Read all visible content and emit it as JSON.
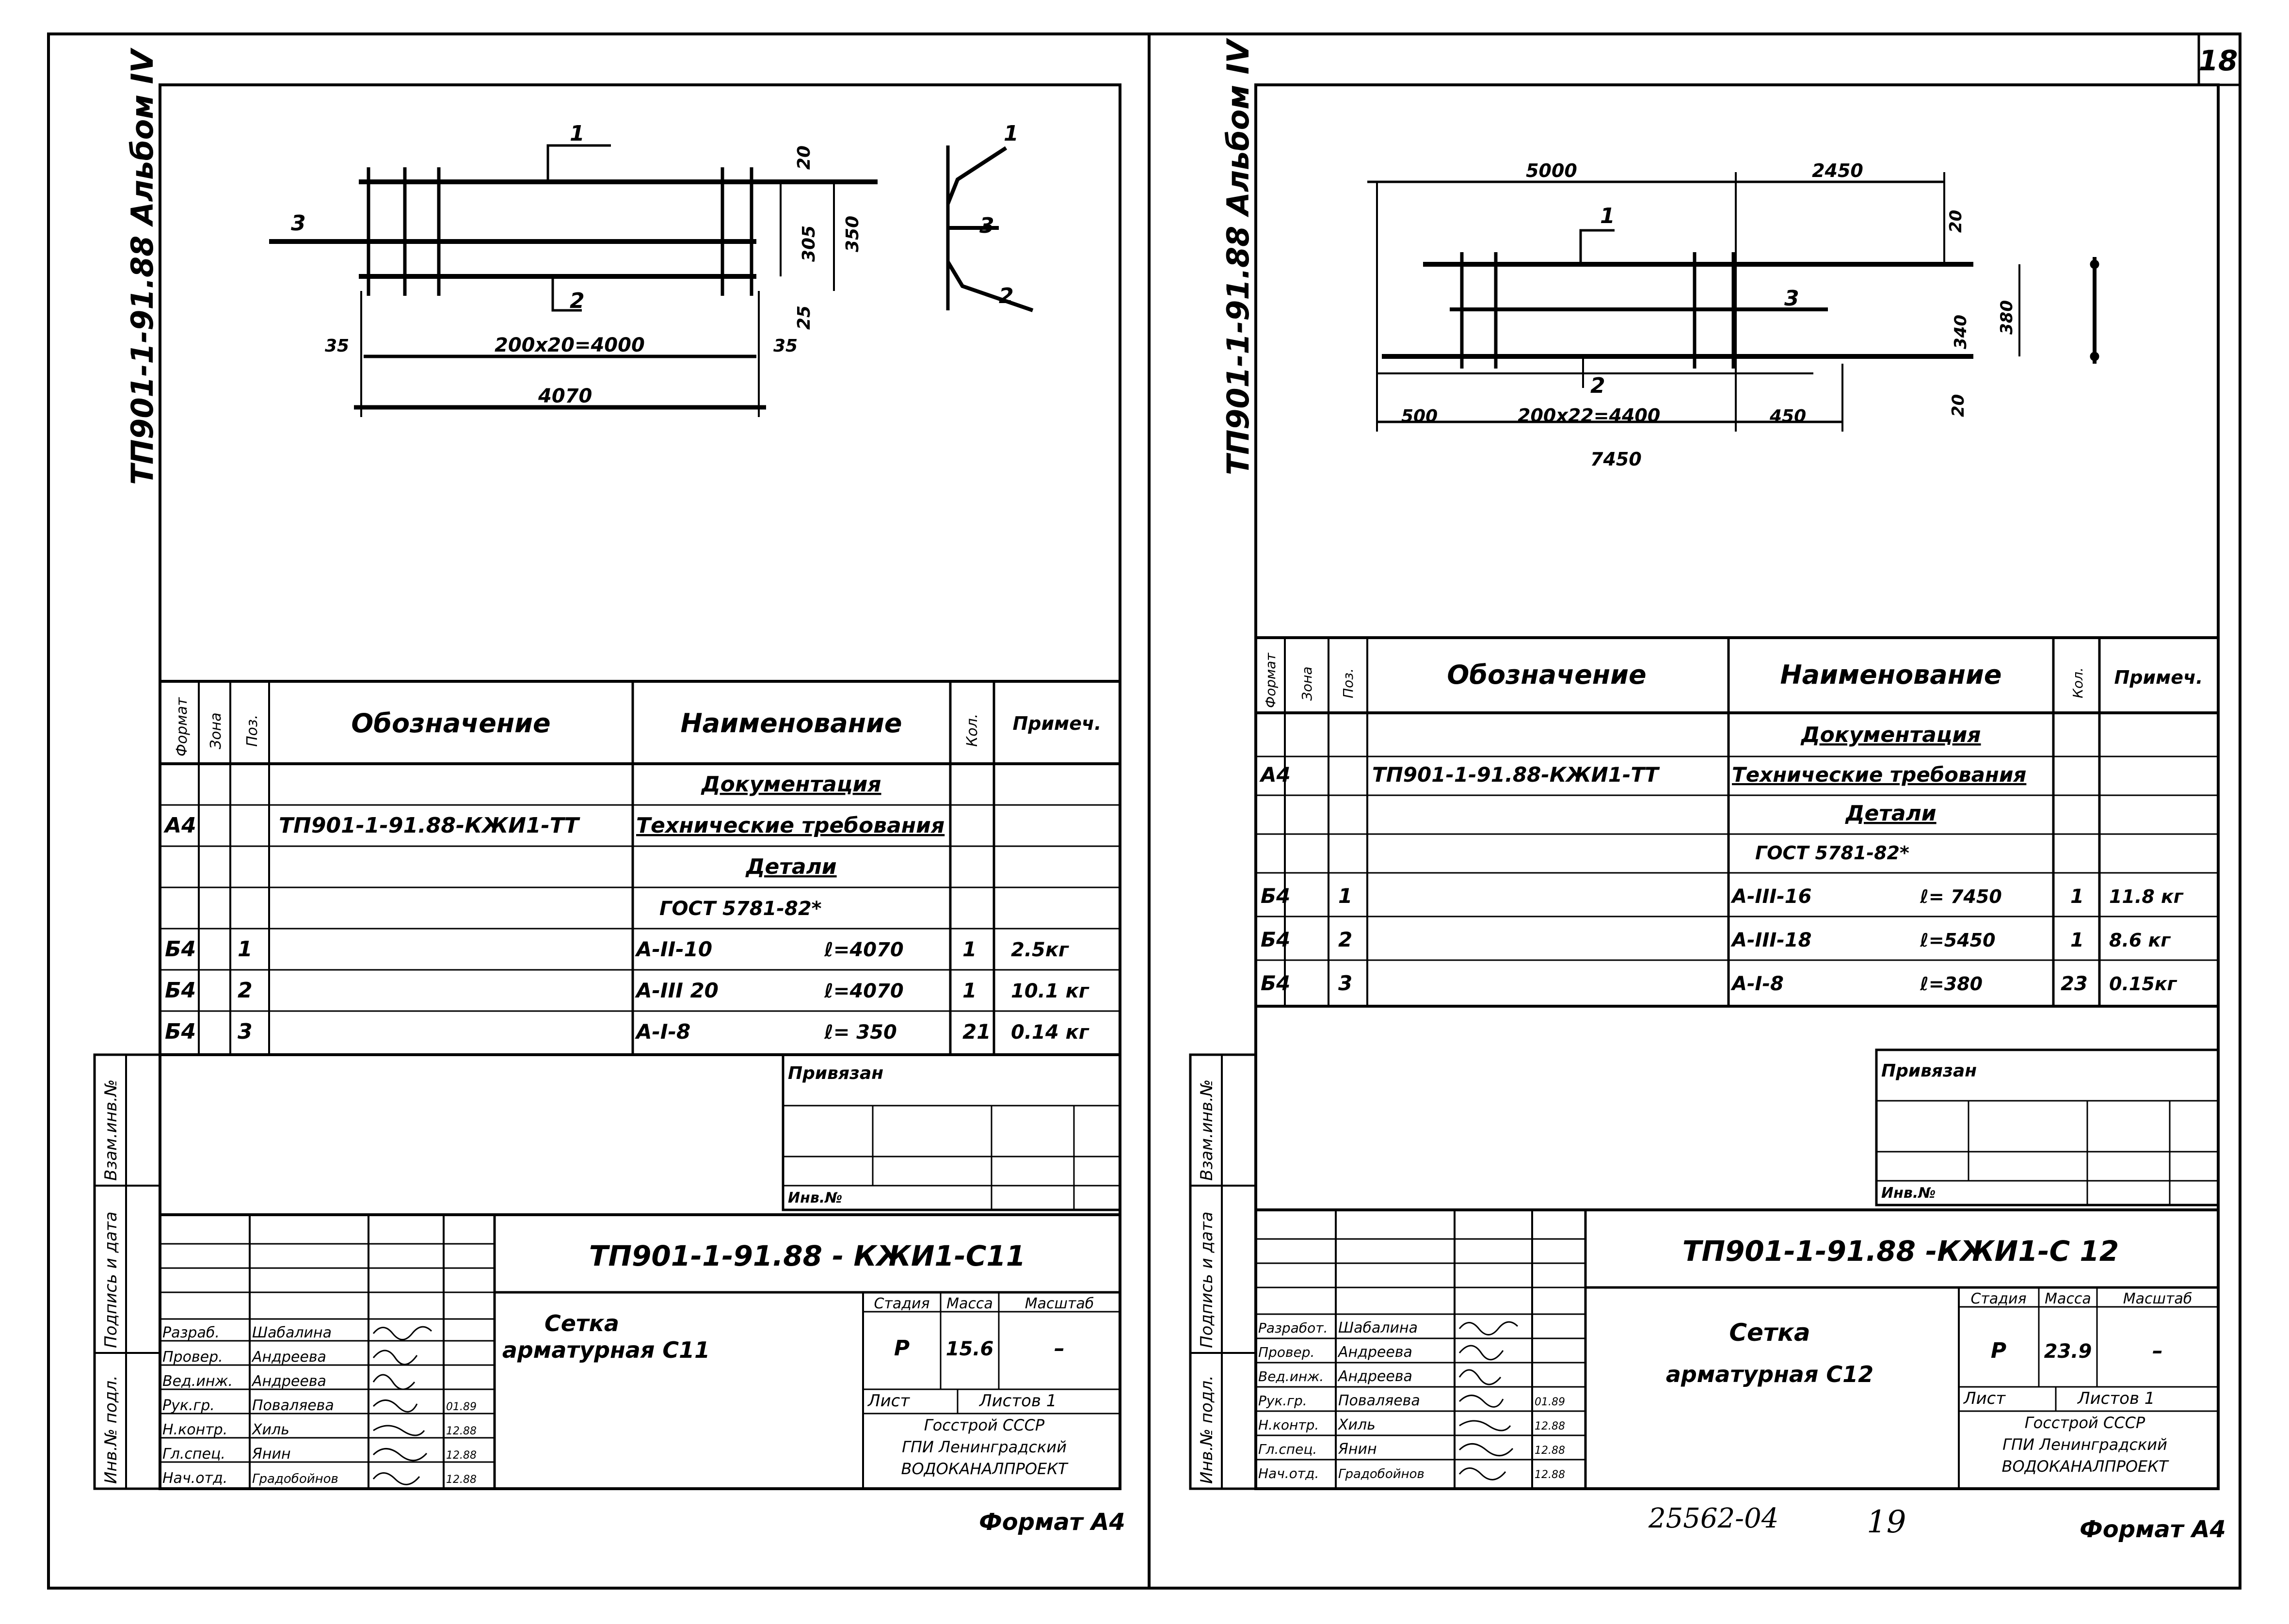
{
  "page_number": "18",
  "footer_code": "25562-04",
  "footer_page": "19",
  "sheets": [
    {
      "side_title": "ТП901-1-91.88 Альбом IV",
      "drawing": {
        "callouts": [
          "1",
          "2",
          "3"
        ],
        "dims": {
          "top": "20",
          "h1": "305",
          "h2": "350",
          "bot": "25",
          "left": "35",
          "right": "35",
          "span": "200x20=4000",
          "total": "4070"
        },
        "side_callouts": [
          "1",
          "2",
          "3"
        ]
      },
      "table": {
        "headers": [
          "Формат",
          "Зона",
          "Поз.",
          "Обозначение",
          "Наименование",
          "Кол.",
          "Примеч."
        ],
        "rows": [
          {
            "fmt": "",
            "zone": "",
            "pos": "",
            "code": "",
            "name": "Документация",
            "qty": "",
            "note": ""
          },
          {
            "fmt": "А4",
            "zone": "",
            "pos": "",
            "code": "ТП901-1-91.88-КЖИ1-ТТ",
            "name": "Технические требования",
            "qty": "",
            "note": ""
          },
          {
            "fmt": "",
            "zone": "",
            "pos": "",
            "code": "",
            "name": "Детали",
            "qty": "",
            "note": ""
          },
          {
            "fmt": "",
            "zone": "",
            "pos": "",
            "code": "",
            "name": "ГОСТ 5781-82*",
            "qty": "",
            "note": ""
          },
          {
            "fmt": "Б4",
            "zone": "",
            "pos": "1",
            "code": "",
            "name": "А-II-10",
            "len": "ℓ=4070",
            "qty": "1",
            "note": "2.5кг"
          },
          {
            "fmt": "Б4",
            "zone": "",
            "pos": "2",
            "code": "",
            "name": "А-III 20",
            "len": "ℓ=4070",
            "qty": "1",
            "note": "10.1 кг"
          },
          {
            "fmt": "Б4",
            "zone": "",
            "pos": "3",
            "code": "",
            "name": "А-I-8",
            "len": "ℓ= 350",
            "qty": "21",
            "note": "0.14 кг"
          }
        ]
      },
      "stamp": {
        "side_labels": [
          "Взам.инв.№",
          "Подпись и дата",
          "Инв.№ подл."
        ],
        "privyazan": "Привязан",
        "inv": "Инв.№",
        "doc_code": "ТП901-1-91.88 - КЖИ1-С11",
        "title": [
          "Сетка",
          "арматурная С11"
        ],
        "stage_label": "Стадия",
        "mass_label": "Масса",
        "scale_label": "Масштаб",
        "stage": "Р",
        "mass": "15.6",
        "scale": "–",
        "sheet_label": "Лист",
        "sheets_label": "Листов 1",
        "org": [
          "Госстрой СССР",
          "ГПИ Ленинградский",
          "ВОДОКАНАЛПРОЕКТ"
        ],
        "people": [
          {
            "role": "Разраб.",
            "name": "Шабалина",
            "date": ""
          },
          {
            "role": "Провер.",
            "name": "Андреева",
            "date": ""
          },
          {
            "role": "Вед.инж.",
            "name": "Андреева",
            "date": ""
          },
          {
            "role": "Рук.гр.",
            "name": "Поваляева",
            "date": "01.89"
          },
          {
            "role": "Н.контр.",
            "name": "Хиль",
            "date": "12.88"
          },
          {
            "role": "Гл.спец.",
            "name": "Янин",
            "date": "12.88"
          },
          {
            "role": "Нач.отд.",
            "name": "Градобойнов",
            "date": "12.88"
          }
        ],
        "format": "Формат А4"
      }
    },
    {
      "side_title": "ТП901-1-91.88 Альбом IV",
      "drawing": {
        "callouts": [
          "1",
          "2",
          "3"
        ],
        "dims": {
          "d1": "5000",
          "d2": "2450",
          "left": "500",
          "span": "200x22=4400",
          "right": "450",
          "total": "7450",
          "top": "20",
          "h1": "340",
          "h2": "380",
          "bot": "20"
        }
      },
      "table": {
        "headers": [
          "Формат",
          "Зона",
          "Поз.",
          "Обозначение",
          "Наименование",
          "Кол.",
          "Примеч."
        ],
        "rows": [
          {
            "fmt": "",
            "zone": "",
            "pos": "",
            "code": "",
            "name": "Документация",
            "qty": "",
            "note": ""
          },
          {
            "fmt": "А4",
            "zone": "",
            "pos": "",
            "code": "ТП901-1-91.88-КЖИ1-ТТ",
            "name": "Технические требования",
            "qty": "",
            "note": ""
          },
          {
            "fmt": "",
            "zone": "",
            "pos": "",
            "code": "",
            "name": "Детали",
            "qty": "",
            "note": ""
          },
          {
            "fmt": "",
            "zone": "",
            "pos": "",
            "code": "",
            "name": "ГОСТ 5781-82*",
            "qty": "",
            "note": ""
          },
          {
            "fmt": "Б4",
            "zone": "",
            "pos": "1",
            "code": "",
            "name": "А-III-16",
            "len": "ℓ= 7450",
            "qty": "1",
            "note": "11.8 кг"
          },
          {
            "fmt": "Б4",
            "zone": "",
            "pos": "2",
            "code": "",
            "name": "А-III-18",
            "len": "ℓ=5450",
            "qty": "1",
            "note": "8.6 кг"
          },
          {
            "fmt": "Б4",
            "zone": "",
            "pos": "3",
            "code": "",
            "name": "А-I-8",
            "len": "ℓ=380",
            "qty": "23",
            "note": "0.15кг"
          }
        ]
      },
      "stamp": {
        "side_labels": [
          "Взам.инв.№",
          "Подпись и дата",
          "Инв.№ подл."
        ],
        "privyazan": "Привязан",
        "inv": "Инв.№",
        "doc_code": "ТП901-1-91.88 -КЖИ1-С 12",
        "title": [
          "Сетка",
          "арматурная С12"
        ],
        "stage_label": "Стадия",
        "mass_label": "Масса",
        "scale_label": "Масштаб",
        "stage": "Р",
        "mass": "23.9",
        "scale": "–",
        "sheet_label": "Лист",
        "sheets_label": "Листов 1",
        "org": [
          "Госстрой СССР",
          "ГПИ Ленинградский",
          "ВОДОКАНАЛПРОЕКТ"
        ],
        "people": [
          {
            "role": "Разработ.",
            "name": "Шабалина",
            "date": ""
          },
          {
            "role": "Провер.",
            "name": "Андреева",
            "date": ""
          },
          {
            "role": "Вед.инж.",
            "name": "Андреева",
            "date": ""
          },
          {
            "role": "Рук.гр.",
            "name": "Поваляева",
            "date": "01.89"
          },
          {
            "role": "Н.контр.",
            "name": "Хиль",
            "date": "12.88"
          },
          {
            "role": "Гл.спец.",
            "name": "Янин",
            "date": "12.88"
          },
          {
            "role": "Нач.отд.",
            "name": "Градобойнов",
            "date": "12.88"
          }
        ],
        "format": "Формат А4"
      }
    }
  ]
}
